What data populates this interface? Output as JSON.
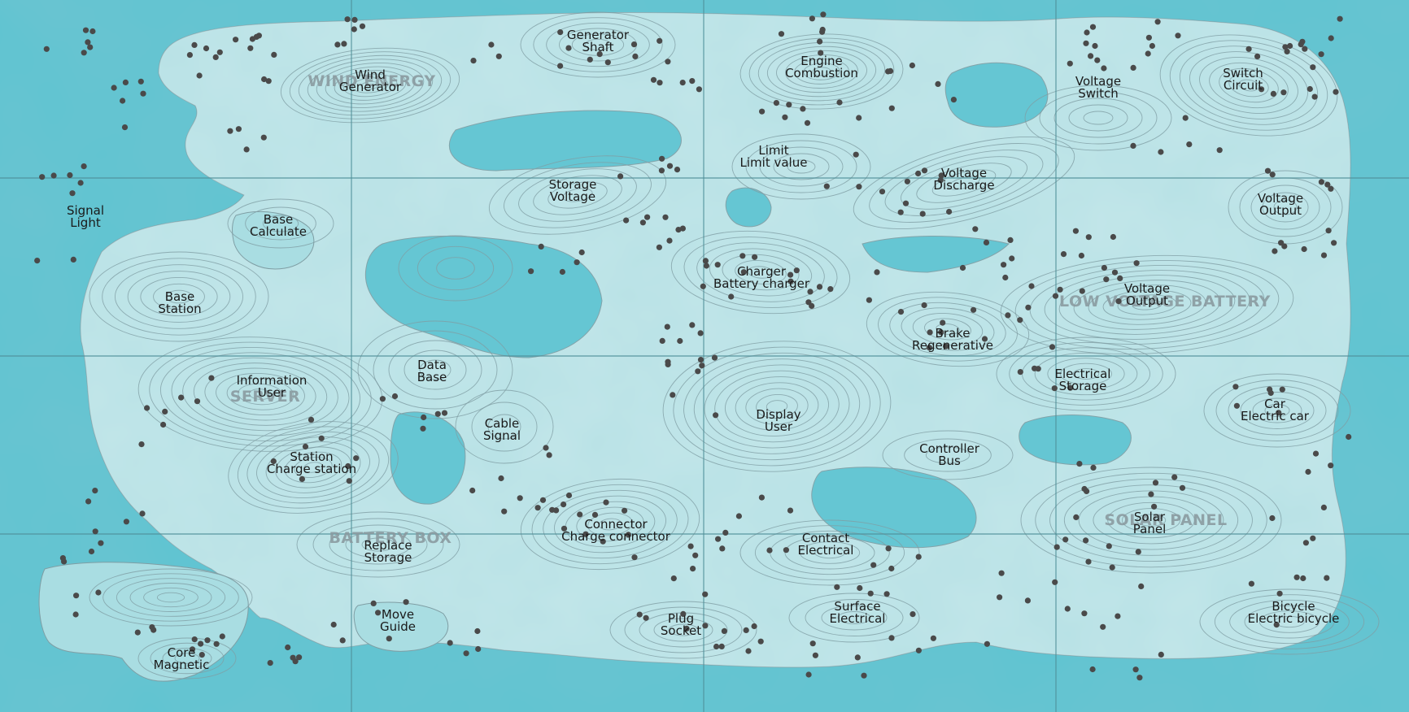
{
  "map": {
    "region_labels": [
      "WIND ENERGY",
      "SERVER",
      "BATTERY BOX",
      "LOW VOLTAGE BATTERY",
      "SOLAR PANEL"
    ],
    "places": [
      [
        "Wind",
        "Generator"
      ],
      [
        "Generator",
        "Shaft"
      ],
      [
        "Engine",
        "Combustion"
      ],
      [
        "Voltage",
        "Switch"
      ],
      [
        "Switch",
        "Circuit"
      ],
      [
        "Signal",
        "Light"
      ],
      [
        "Storage",
        "Voltage"
      ],
      [
        "Limit",
        "Limit value"
      ],
      [
        "Voltage",
        "Discharge"
      ],
      [
        "Voltage",
        "Output"
      ],
      [
        "Base",
        "Calculate"
      ],
      [
        "Base",
        "Station"
      ],
      [
        "Charger",
        "Battery charger"
      ],
      [
        "Voltage",
        "Output"
      ],
      [
        "Brake",
        "Regenerative"
      ],
      [
        "Data",
        "Base"
      ],
      [
        "Information",
        "User"
      ],
      [
        "Electrical",
        "Storage"
      ],
      [
        "Car",
        "Electric car"
      ],
      [
        "Cable",
        "Signal"
      ],
      [
        "Display",
        "User"
      ],
      [
        "Controller",
        "Bus"
      ],
      [
        "Station",
        "Charge station"
      ],
      [
        "Connector",
        "Charge connector"
      ],
      [
        "Replace",
        "Storage"
      ],
      [
        "Contact",
        "Electrical"
      ],
      [
        "Solar",
        "Panel"
      ],
      [
        "Move",
        "Guide"
      ],
      [
        "Plug",
        "Socket"
      ],
      [
        "Surface",
        "Electrical"
      ],
      [
        "Bicycle",
        "Electric bicycle"
      ],
      [
        "Core",
        "Magnetic"
      ]
    ],
    "colors": {
      "water": "#5ec4d2",
      "land_low": "#a9dde2",
      "land_mid": "#c6e6e9",
      "land_high": "#d7ecee",
      "peak": "#e3d7d7",
      "contour": "#7f9ea4",
      "dot": "#4a4a4a",
      "grid": "#4f8f98"
    }
  }
}
